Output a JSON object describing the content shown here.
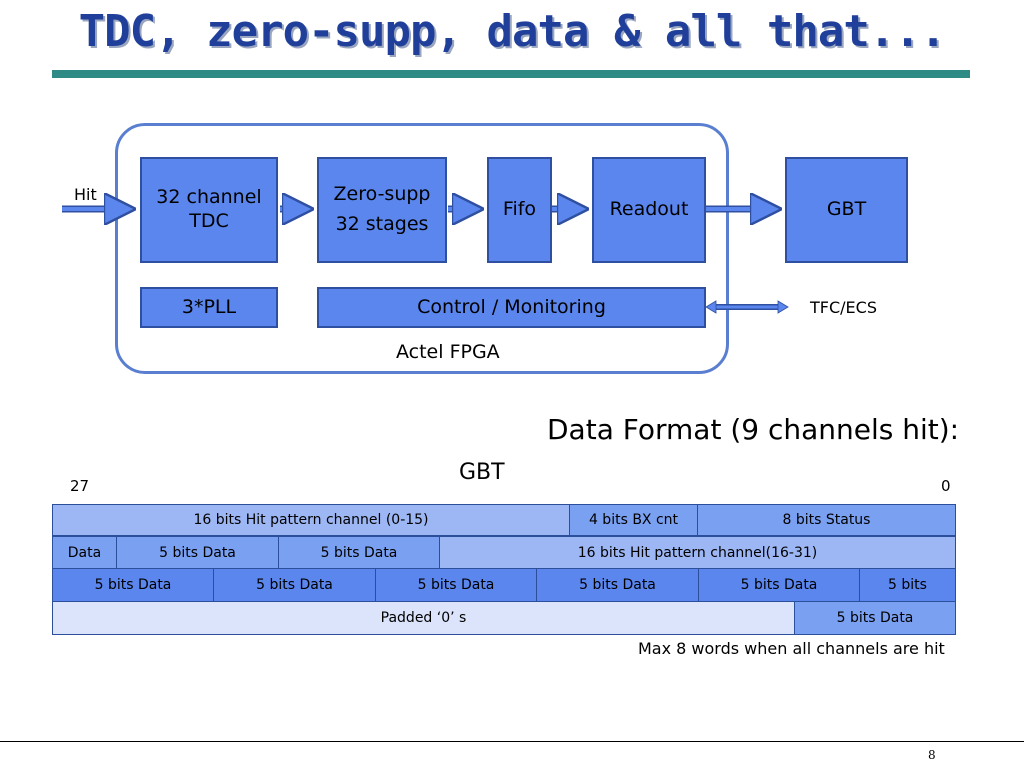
{
  "title": "TDC, zero-supp, data & all that...",
  "diagram": {
    "hit_label": "Hit",
    "blocks": {
      "tdc_line1": "32 channel",
      "tdc_line2": "TDC",
      "zs_line1": "Zero-supp",
      "zs_line2": "32 stages",
      "fifo": "Fifo",
      "readout": "Readout",
      "gbt": "GBT",
      "pll": "3*PLL",
      "control": "Control / Monitoring"
    },
    "tfc_label": "TFC/ECS",
    "fpga_label": "Actel FPGA"
  },
  "format": {
    "heading": "Data Format (9 channels hit):",
    "gbt_label": "GBT",
    "msb": "27",
    "lsb": "0",
    "rows": [
      [
        "16 bits Hit pattern channel (0-15)",
        "4 bits BX cnt",
        "8 bits Status"
      ],
      [
        "Data",
        "5 bits Data",
        "5 bits Data",
        "16 bits Hit pattern channel(16-31)"
      ],
      [
        "5 bits Data",
        "5 bits Data",
        "5 bits Data",
        "5 bits Data",
        "5 bits Data",
        "5 bits"
      ],
      [
        "Padded ‘0’ s",
        "5 bits Data"
      ]
    ],
    "note": "Max 8 words when all channels are hit"
  },
  "page_number": "8",
  "colors": {
    "title": "#1f3f9a",
    "rule": "#2d8a85",
    "block_fill": "#5a86ee",
    "frame": "#5a7fd0"
  }
}
